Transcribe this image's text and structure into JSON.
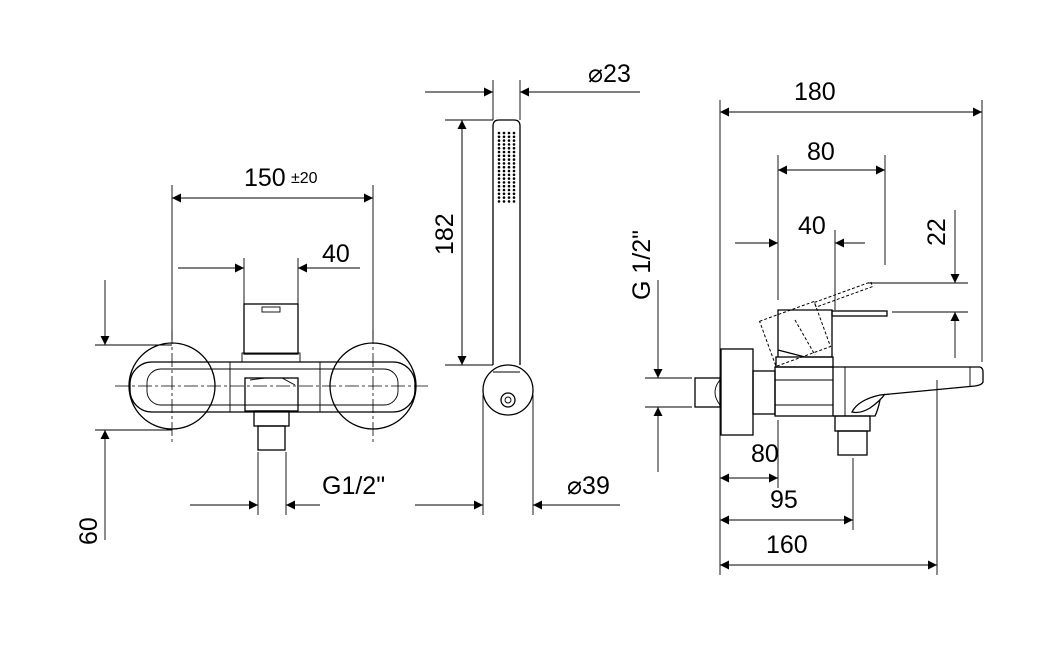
{
  "front_view": {
    "width_dim": "150",
    "width_tolerance": "±20",
    "handle_dim": "40",
    "height_dim": "60",
    "outlet_thread": "G1/2\""
  },
  "hand_shower_view": {
    "diameter_dim": "⌀23",
    "length_dim": "182",
    "holder_diameter_dim": "⌀39"
  },
  "side_view": {
    "total_depth_dim": "180",
    "handle_depth_dim": "80",
    "handle_offset_dim": "40",
    "lever_dim": "22",
    "inlet_thread": "G 1/2\"",
    "body_dim": "80",
    "outlet_dim": "95",
    "spout_dim": "160"
  }
}
